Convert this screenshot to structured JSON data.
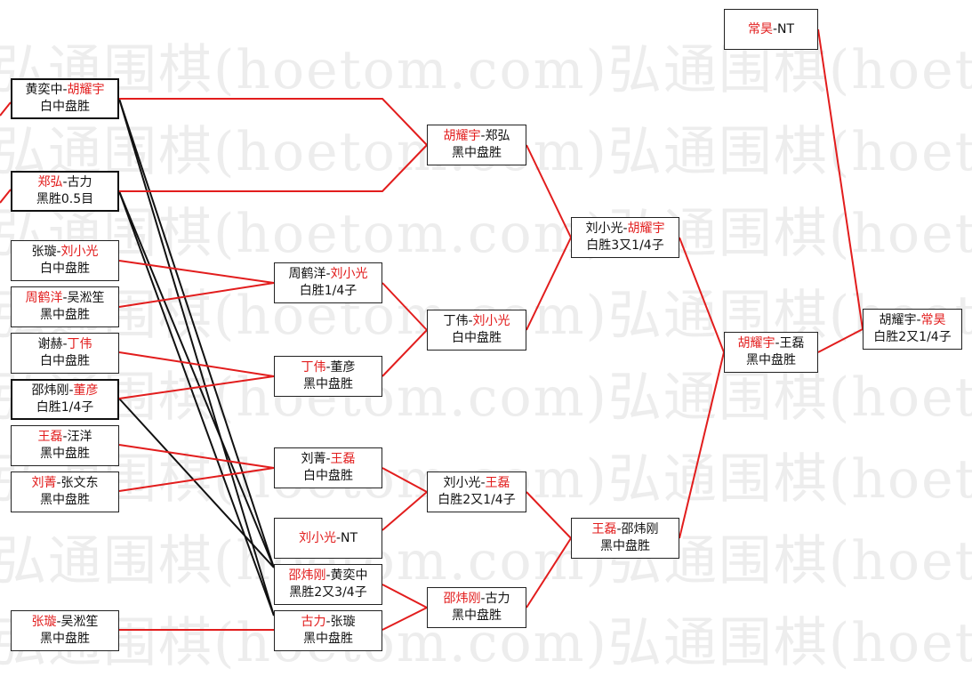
{
  "watermark": "弘通围棋(hoetom.com)弘通围棋(hoetom.com)",
  "games": {
    "g1": {
      "p1": "黄奕中",
      "p2": "胡耀宇",
      "winner": 2,
      "result": "白中盘胜"
    },
    "g2": {
      "p1": "郑弘",
      "p2": "古力",
      "winner": 1,
      "result": "黑胜0.5目"
    },
    "g3": {
      "p1": "张璇",
      "p2": "刘小光",
      "winner": 2,
      "result": "白中盘胜"
    },
    "g4": {
      "p1": "周鹤洋",
      "p2": "吴淞笙",
      "winner": 1,
      "result": "黑中盘胜"
    },
    "g5": {
      "p1": "谢赫",
      "p2": "丁伟",
      "winner": 2,
      "result": "白中盘胜"
    },
    "g6": {
      "p1": "邵炜刚",
      "p2": "董彦",
      "winner": 2,
      "result": "白胜1/4子"
    },
    "g7": {
      "p1": "王磊",
      "p2": "汪洋",
      "winner": 1,
      "result": "黑中盘胜"
    },
    "g8": {
      "p1": "刘菁",
      "p2": "张文东",
      "winner": 1,
      "result": "黑中盘胜"
    },
    "g9": {
      "p1": "张璇",
      "p2": "吴淞笙",
      "winner": 1,
      "result": "黑中盘胜"
    },
    "g10": {
      "p1": "周鹤洋",
      "p2": "刘小光",
      "winner": 2,
      "result": "白胜1/4子"
    },
    "g11": {
      "p1": "丁伟",
      "p2": "董彦",
      "winner": 1,
      "result": "黑中盘胜"
    },
    "g12": {
      "p1": "刘菁",
      "p2": "王磊",
      "winner": 2,
      "result": "白中盘胜"
    },
    "g13": {
      "p1": "刘小光",
      "p2": "NT",
      "winner": 1,
      "result": ""
    },
    "g14": {
      "p1": "邵炜刚",
      "p2": "黄奕中",
      "winner": 1,
      "result": "黑胜2又3/4子"
    },
    "g15": {
      "p1": "古力",
      "p2": "张璇",
      "winner": 1,
      "result": "黑中盘胜"
    },
    "g16": {
      "p1": "胡耀宇",
      "p2": "郑弘",
      "winner": 1,
      "result": "黑中盘胜"
    },
    "g17": {
      "p1": "丁伟",
      "p2": "刘小光",
      "winner": 2,
      "result": "白中盘胜"
    },
    "g18": {
      "p1": "刘小光",
      "p2": "王磊",
      "winner": 2,
      "result": "白胜2又1/4子"
    },
    "g19": {
      "p1": "邵炜刚",
      "p2": "古力",
      "winner": 1,
      "result": "黑中盘胜"
    },
    "g20": {
      "p1": "刘小光",
      "p2": "胡耀宇",
      "winner": 2,
      "result": "白胜3又1/4子"
    },
    "g21": {
      "p1": "王磊",
      "p2": "邵炜刚",
      "winner": 1,
      "result": "黑中盘胜"
    },
    "g22": {
      "p1": "胡耀宇",
      "p2": "王磊",
      "winner": 1,
      "result": "黑中盘胜"
    },
    "g23": {
      "p1": "常昊",
      "p2": "NT",
      "winner": 1,
      "result": ""
    },
    "g24": {
      "p1": "胡耀宇",
      "p2": "常昊",
      "winner": 2,
      "result": "白胜2又1/4子"
    }
  },
  "colors": {
    "winner": "#e21d1d",
    "line_red": "#e21d1d",
    "line_black": "#111111",
    "border": "#222222"
  }
}
